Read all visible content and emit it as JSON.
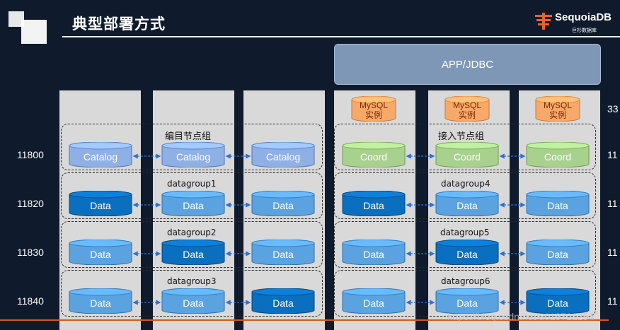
{
  "title": "典型部署方式",
  "logo": {
    "name": "SequoiaDB",
    "sub": "巨杉数据库"
  },
  "app_box": "APP/JDBC",
  "ports": [
    "11800",
    "11820",
    "11830",
    "11840"
  ],
  "right_edge_ports": [
    "33",
    "11",
    "11",
    "11",
    "11"
  ],
  "mysql_label": [
    "MySQL",
    "实例"
  ],
  "groups": {
    "catalog": "编目节点组",
    "coord": "接入节点组",
    "dg1": "datagroup1",
    "dg2": "datagroup2",
    "dg3": "datagroup3",
    "dg4": "datagroup4",
    "dg5": "datagroup5",
    "dg6": "datagroup6"
  },
  "node_labels": {
    "catalog": "Catalog",
    "coord": "Coord",
    "data": "Data"
  },
  "colors": {
    "catalog": "#8fb0e4",
    "coord": "#a9d18e",
    "data_primary": "#0b6fbf",
    "data_secondary": "#5ba3e0",
    "mysql": "#f7a96a",
    "background": "#0f1b2d"
  },
  "watermark": "https://blog.csdn.net/u013721254"
}
